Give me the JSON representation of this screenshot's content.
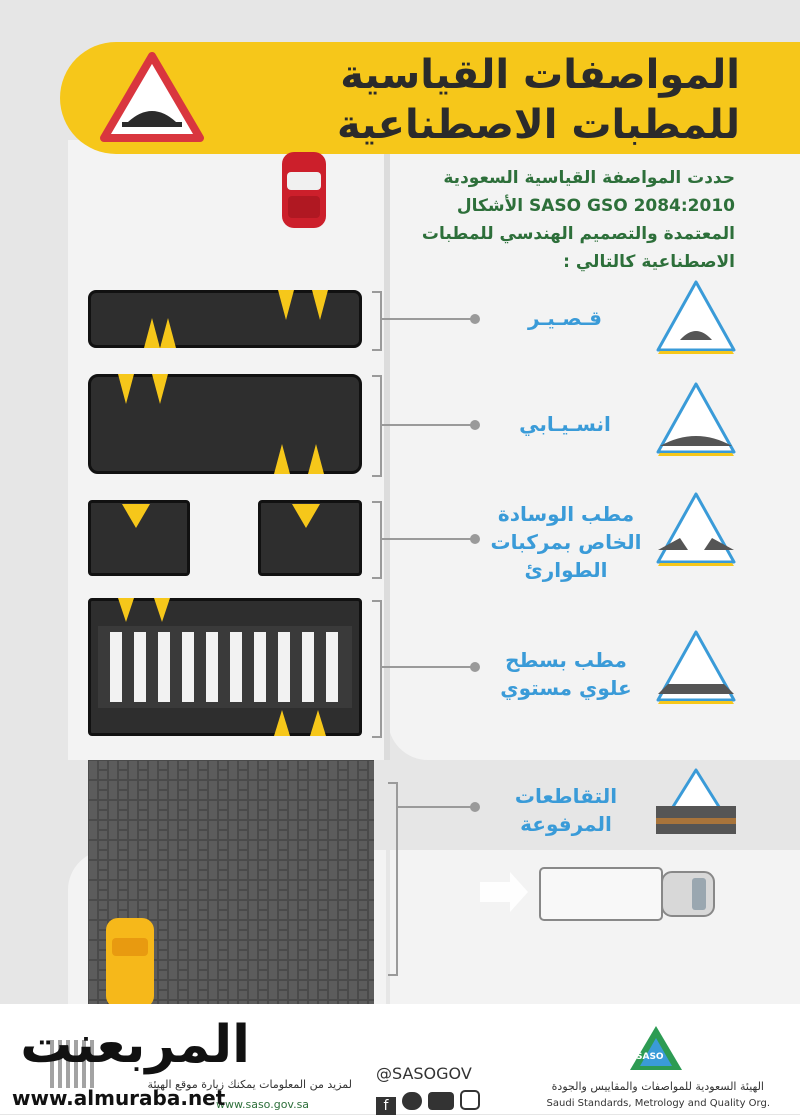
{
  "title": {
    "line1": "المواصفات القياسية",
    "line2": "للمطبات الاصطناعية"
  },
  "intro": {
    "line1": "حددت المواصفة القياسية السعودية",
    "line2": "SASO GSO 2084:2010  الأشكال",
    "line3": "المعتمدة والتصميم الهندسي للمطبات",
    "line4": "الاصطناعية كالتالي :"
  },
  "types": [
    {
      "label_lines": [
        "قـصـيـر"
      ],
      "icon": "short-bump-sign-icon"
    },
    {
      "label_lines": [
        "انسـيـابي"
      ],
      "icon": "sinusoidal-bump-sign-icon"
    },
    {
      "label_lines": [
        "مطب الوسادة",
        "الخاص بمركبات",
        "الطوارئ"
      ],
      "icon": "speed-cushion-sign-icon"
    },
    {
      "label_lines": [
        "مطب بسطح",
        "علوي مستوي"
      ],
      "icon": "flat-top-bump-sign-icon"
    },
    {
      "label_lines": [
        "التقاطعات",
        "المرفوعة"
      ],
      "icon": "raised-intersection-sign-icon"
    }
  ],
  "footer": {
    "social_handle": "@SASOGOV",
    "more_info": "لمزيد من المعلومات يمكنك زيارة موقع الهيئة",
    "website": "www.saso.gov.sa",
    "org_ar": "الهيئة السعودية للمواصفات والمقاييس والجودة",
    "org_en": "Saudi Standards, Metrology and Quality Org.",
    "saso_logo_text": "SASO",
    "watermark_ar": "المربعنت",
    "watermark_url": "www.almuraba.net"
  },
  "colors": {
    "banner": "#f6c71a",
    "intro_text": "#2d6f3a",
    "label_text": "#3a9bd8",
    "bump": "#2e2e2e",
    "marker": "#f6c71a",
    "sign_border": "#d9363e"
  }
}
